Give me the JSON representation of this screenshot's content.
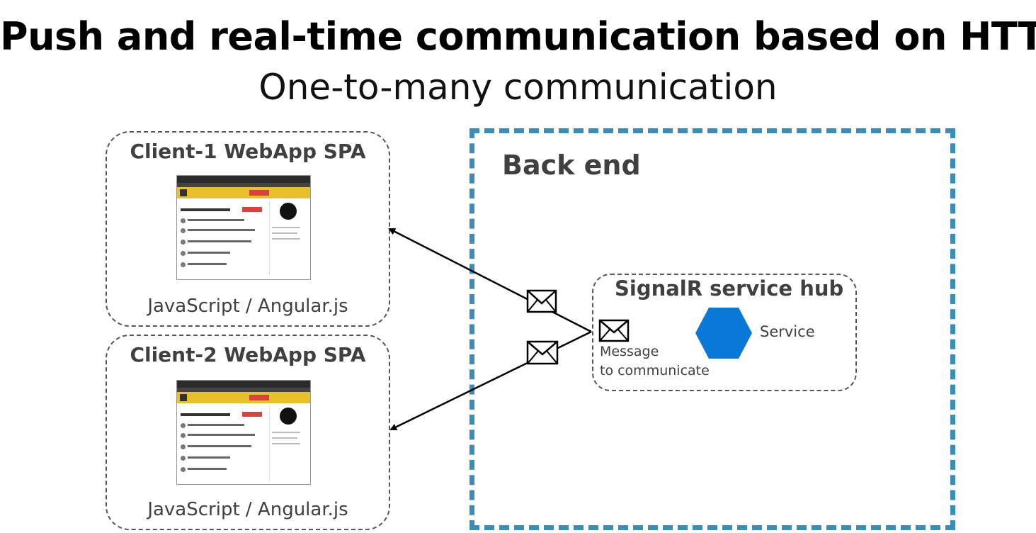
{
  "header": {
    "title": "Push and real-time communication based on HTTP",
    "subtitle": "One-to-many communication"
  },
  "clients": [
    {
      "title": "Client-1 WebApp SPA",
      "tech": "JavaScript / Angular.js"
    },
    {
      "title": "Client-2 WebApp SPA",
      "tech": "JavaScript / Angular.js"
    }
  ],
  "backend": {
    "label": "Back end",
    "hub": {
      "title": "SignalR service hub",
      "service_label": "Service",
      "message_label_line1": "Message",
      "message_label_line2": "to communicate"
    }
  },
  "colors": {
    "backend_border": "#3a8db8",
    "service_hexagon": "#0a78d7",
    "box_border": "#555555",
    "label_text": "#404040"
  },
  "icons": {
    "message": "envelope-icon",
    "service": "hexagon-icon",
    "app_preview": "browser-screenshot"
  }
}
